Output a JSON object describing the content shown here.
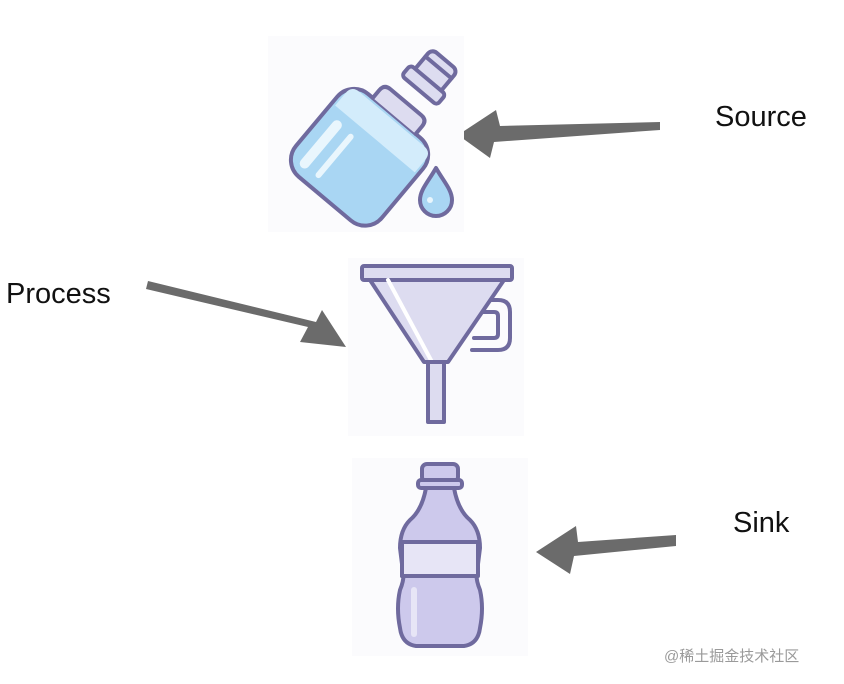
{
  "labels": {
    "source": "Source",
    "process": "Process",
    "sink": "Sink"
  },
  "watermark": "@稀土掘金技术社区",
  "icons": {
    "source": "water-jug-icon",
    "process": "funnel-icon",
    "sink": "bottle-icon"
  },
  "colors": {
    "outline": "#6f6a9e",
    "water": "#a9d6f3",
    "water_light": "#d3ecfb",
    "funnel": "#dddcf0",
    "bottle": "#cdc9ec",
    "arrow": "#6b6b6b"
  }
}
